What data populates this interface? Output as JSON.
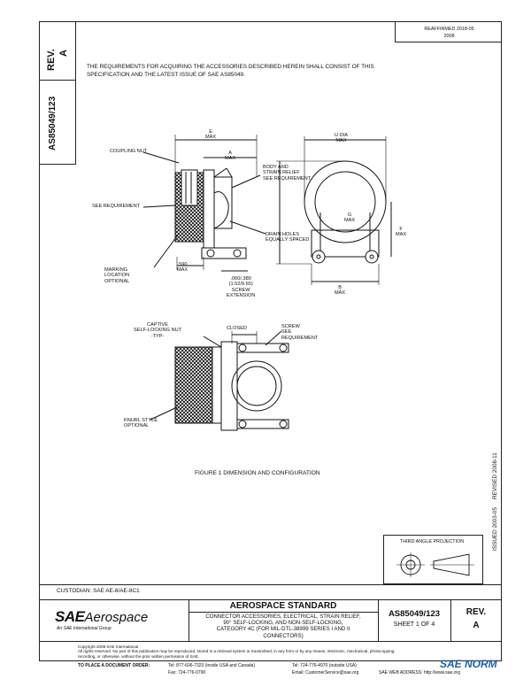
{
  "doc_number": "AS85049/123",
  "rev_label": "REV.",
  "rev_value": "A",
  "reaffirmed_line1": "REAFFIRMED 2018-05",
  "reaffirmed_line2": "2008",
  "intro_text_1": "THE REQUIREMENTS FOR ACQUIRING THE ACCESSORIES DESCRIBED HEREIN SHALL CONSIST OF THIS",
  "intro_text_2": "SPECIFICATION AND THE LATEST ISSUE OF SAE AS85049.",
  "figure_caption": "FIGURE 1   DIMENSION AND CONFIGURATION",
  "side_revised": "REVISED 2008-11",
  "side_issued": "ISSUED 2003-05",
  "third_angle": "THIRD ANGLE PROJECTION",
  "custodian": "CUSTODIAN: SAE AE-8/AE-8C1",
  "standard_title": "AEROSPACE STANDARD",
  "sheet": "SHEET 1 OF 4",
  "logo_sae": "SAE",
  "logo_aerospace": "Aerospace",
  "logo_sub": "An SAE International Group",
  "description": [
    "CONNECTOR ACCESSORIES, ELECTRICAL, STRAIN RELIEF,",
    "90° SELF-LOCKING, AND NON-SELF-LOCKING,",
    "CATEGORY 4C (FOR MIL-DTL-38999 SERIES I AND II",
    "CONNECTORS)"
  ],
  "footer": {
    "copyright": "Copyright 2008 SAE International",
    "rights1": "All rights reserved. No part of this publication may be reproduced, stored in a retrieval system or transmitted, in any form or by any means, electronic, mechanical, photocopying,",
    "rights2": "recording, or otherwise, without the prior written permission of SAE.",
    "order_label": "TO PLACE A DOCUMENT ORDER:",
    "tel1": "Tel: 877-606-7323 (inside USA and Canada)",
    "fax": "Fax: 724-776-0790",
    "tel2": "Tel: 724-776-4970 (outside USA)",
    "email": "Email: CustomerService@sae.org",
    "web": "SAE WEB ADDRESS: http://www.sae.org"
  },
  "watermark": "SAE NORM",
  "drawing_labels": {
    "coupling_nut": "COUPLING NUT",
    "see_req_left": "SEE REQUIREMENT",
    "marking": "MARKING\nLOCATION\nOPTIONAL",
    "max_590": ".590\nMAX",
    "e_max": "E\nMAX",
    "a_max": "A\nMAX",
    "body_and": "BODY AND\nSTRAIN RELIEF\nSEE REQUIREMENT",
    "drain": "DRAIN HOLES\nEQUALLY SPACED",
    "screw_ext": ".060/.380\n(1.52/9.65)\nSCREW\nEXTENSION",
    "u_dia": "U DIA\nMAX",
    "g_max": "G\nMAX",
    "f_max": "F\nMAX",
    "b_max": "B\nMAX",
    "captive": "CAPTIVE\nSELF-LOCKING NUT\n-TYP-",
    "closed": "CLOSED",
    "screw_req": "SCREW\nSEE\nREQUIREMENT",
    "knurl": "KNURL STYLE\nOPTIONAL"
  }
}
